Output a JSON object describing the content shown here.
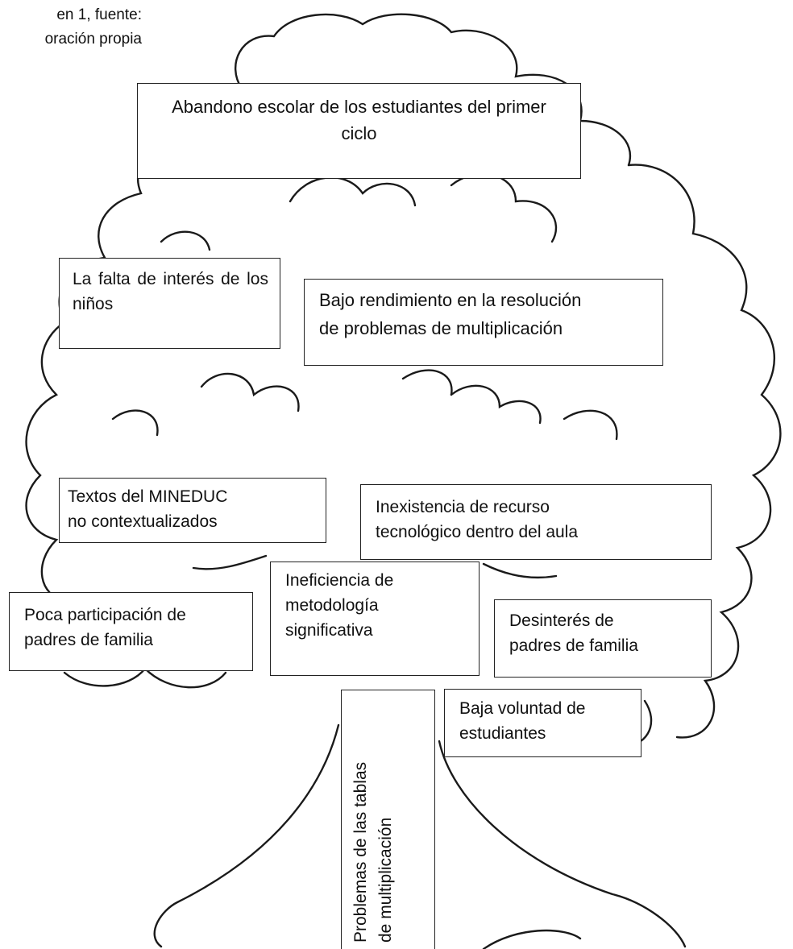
{
  "caption": {
    "line1": "en   1, fuente:",
    "line2": "oración propia"
  },
  "effects": {
    "main": "Abandono escolar de los estudiantes del primer ciclo",
    "left": "La falta de interés de los niños",
    "right": [
      "Bajo rendimiento en la resolución",
      "de problemas de multiplicación"
    ]
  },
  "causes": {
    "textos": [
      "Textos del MINEDUC",
      "no contextualizados"
    ],
    "inexistencia": [
      "Inexistencia de recurso",
      "tecnológico dentro del aula"
    ],
    "ineficiencia": [
      "Ineficiencia de",
      "metodología",
      "significativa"
    ],
    "poca": [
      "Poca participación de",
      "padres de familia"
    ],
    "desinteres": [
      "Desinterés de",
      "padres de familia"
    ],
    "baja": [
      "Baja voluntad de",
      "estudiantes"
    ]
  },
  "problem": [
    "Problemas de las tablas",
    "de multiplicación"
  ]
}
